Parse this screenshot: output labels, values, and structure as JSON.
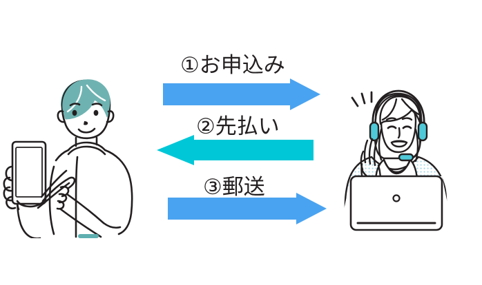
{
  "diagram": {
    "title_present": false,
    "background_color": "#ffffff",
    "steps": [
      {
        "id": "step-1",
        "number_label": "①",
        "text": "①お申込み",
        "direction": "right",
        "arrow_color": "#4AA3F0",
        "from": "customer",
        "to": "operator"
      },
      {
        "id": "step-2",
        "number_label": "②",
        "text": "②先払い",
        "direction": "left",
        "arrow_color": "#00C7D7",
        "from": "operator",
        "to": "customer"
      },
      {
        "id": "step-3",
        "number_label": "③",
        "text": "③郵送",
        "direction": "right",
        "arrow_color": "#4AA3F0",
        "from": "customer",
        "to": "operator"
      }
    ]
  },
  "figures": {
    "customer": {
      "name": "customer-with-smartphone",
      "description": "男性がスマートフォンを持って指さしているイラスト",
      "hair_color": "#6EB3B2",
      "accent_color": "#5FAFB0",
      "line_color": "#231f20"
    },
    "operator": {
      "name": "operator-with-headset-laptop",
      "description": "ヘッドセットを着けた女性がノートパソコンの前にいるイラスト",
      "headset_color": "#4FC9D8",
      "jacket_color": "#DCEEF4",
      "line_color": "#231f20"
    }
  },
  "colors": {
    "arrow_blue": "#4AA3F0",
    "arrow_cyan": "#00C7D7",
    "text_black": "#231f20",
    "teal_accent": "#5FAFB0",
    "headset_cyan": "#4FC9D8",
    "jacket_light_blue": "#DCEEF4",
    "background": "#ffffff"
  }
}
